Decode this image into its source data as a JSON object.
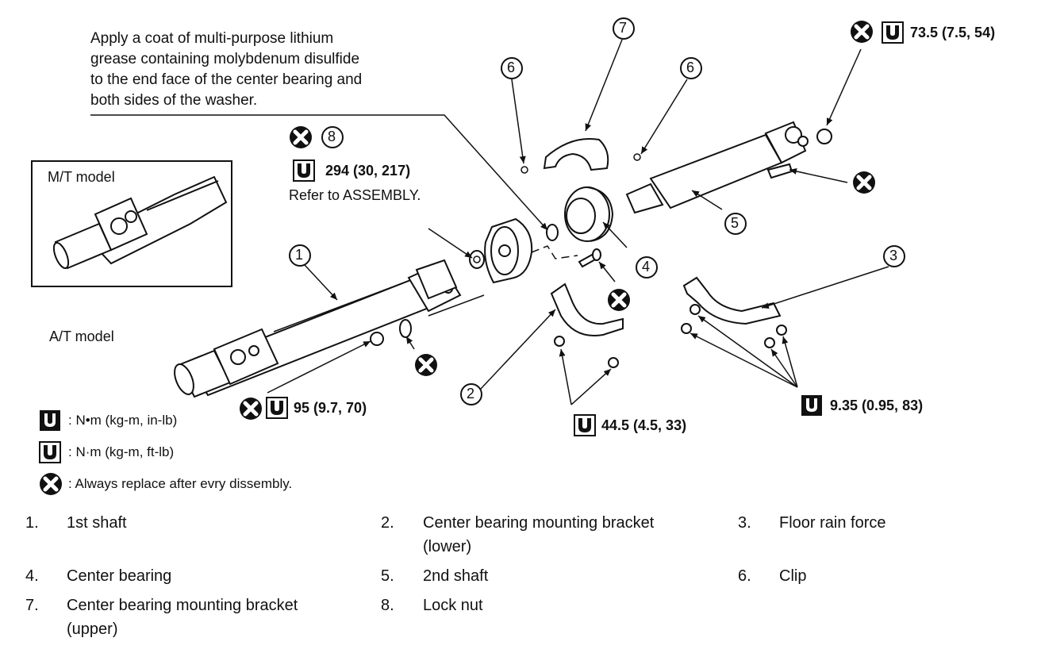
{
  "note": {
    "lines": [
      "Apply a coat of multi-purpose lithium",
      "grease containing molybdenum disulfide",
      "to the end face of the center bearing and",
      "both sides of the washer."
    ]
  },
  "callouts": {
    "c1": "1",
    "c2": "2",
    "c3": "3",
    "c4": "4",
    "c5": "5",
    "c6a": "6",
    "c6b": "6",
    "c7": "7",
    "c8": "8"
  },
  "torque": {
    "t294": "294 (30, 217)",
    "refer": "Refer to ASSEMBLY.",
    "t735": "73.5 (7.5, 54)",
    "t95": "95 (9.7, 70)",
    "t445": "44.5 (4.5, 33)",
    "t935": "9.35 (0.95, 83)"
  },
  "inset": {
    "mt_label": "M/T model",
    "at_label": "A/T model"
  },
  "legend": {
    "inlb": ":  N•m  (kg-m,  in-lb)",
    "ftlb": ":  N·m (kg-m, ft-lb)",
    "replace": ":  Always replace after evry dissembly."
  },
  "parts": [
    {
      "num": "1.",
      "name": "1st shaft",
      "name2": ""
    },
    {
      "num": "2.",
      "name": "Center bearing mounting bracket",
      "name2": "(lower)"
    },
    {
      "num": "3.",
      "name": "Floor rain force",
      "name2": ""
    },
    {
      "num": "4.",
      "name": "Center bearing",
      "name2": ""
    },
    {
      "num": "5.",
      "name": "2nd shaft",
      "name2": ""
    },
    {
      "num": "6.",
      "name": "Clip",
      "name2": ""
    },
    {
      "num": "7.",
      "name": "Center bearing mounting bracket",
      "name2": "(upper)"
    },
    {
      "num": "8.",
      "name": "Lock nut",
      "name2": ""
    }
  ]
}
